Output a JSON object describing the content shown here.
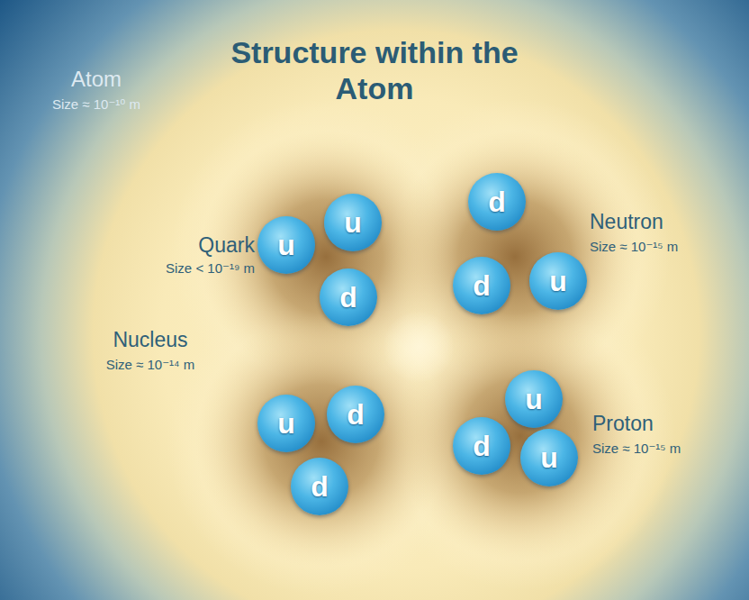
{
  "diagram": {
    "title": "Structure within the Atom",
    "nodes": [
      {
        "text": [
          "Atom",
          "Size ≈ 10⁻¹⁰ m"
        ]
      },
      {
        "text": [
          "Nucleus",
          "Size ≈ 10⁻¹⁴ m"
        ],
        "in": 0
      },
      {
        "text": [],
        "in": 1
      },
      {
        "text": [
          "u"
        ],
        "in": 2
      },
      {
        "text": [
          "u"
        ],
        "in": 2
      },
      {
        "text": [
          "d"
        ],
        "in": 2
      },
      {
        "text": [
          "Neutron",
          "Size ≈ 10⁻¹⁵ m"
        ],
        "in": 1
      },
      {
        "text": [
          "d"
        ],
        "in": 6
      },
      {
        "text": [
          "d"
        ],
        "in": 6
      },
      {
        "text": [
          "u"
        ],
        "in": 6
      },
      {
        "text": [],
        "in": 1
      },
      {
        "text": [
          "u"
        ],
        "in": 10
      },
      {
        "text": [
          "d"
        ],
        "in": 10
      },
      {
        "text": [
          "d"
        ],
        "in": 10
      },
      {
        "text": [
          "Proton",
          "Size ≈ 10⁻¹⁵ m"
        ],
        "in": 1
      },
      {
        "text": [
          "u"
        ],
        "in": 14
      },
      {
        "text": [
          "d"
        ],
        "in": 14
      },
      {
        "text": [
          "u"
        ],
        "in": 14
      }
    ],
    "labels": [
      "Quark",
      "Size < 10⁻¹⁹ m"
    ]
  }
}
